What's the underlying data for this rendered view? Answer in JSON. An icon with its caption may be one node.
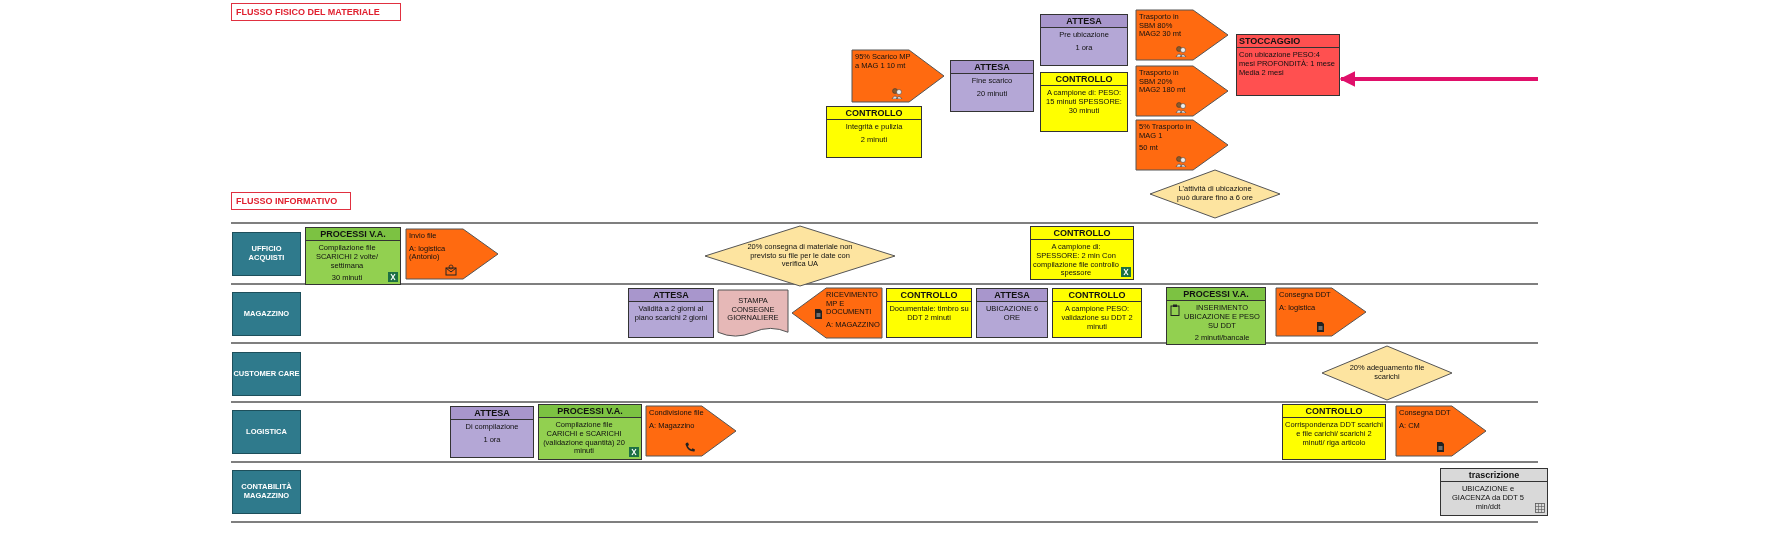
{
  "diagram": {
    "nodes": [
      {
        "text": [
          "FLUSSO FISICO DEL MATERIALE"
        ]
      },
      {
        "text": [
          "95% Scarico MP a MAG 1 10 mt"
        ]
      },
      {
        "text": [
          "CONTROLLO",
          "Integrità e pulizia",
          "2 minuti"
        ]
      },
      {
        "text": [
          "ATTESA",
          "Fine scarico",
          "20 minuti"
        ]
      },
      {
        "text": [
          "ATTESA",
          "Pre ubicazione",
          "1 ora"
        ]
      },
      {
        "text": [
          "CONTROLLO",
          "A campione di: PESO: 15 minuti SPESSORE: 30 minuti"
        ]
      },
      {
        "text": [
          "Trasporto in SBM 80% MAG2 30 mt"
        ]
      },
      {
        "text": [
          "Trasporto in SBM 20% MAG2 180 mt"
        ]
      },
      {
        "text": [
          "5% Trasporto in MAG 1",
          "50 mt"
        ]
      },
      {
        "text": [
          "L'attività di ubicazione può durare fino a 6 ore"
        ]
      },
      {
        "text": [
          "STOCCAGGIO",
          "Con ubicazione PESO:4 mesi PROFONDITÀ: 1 mese Media 2 mesi"
        ]
      },
      {
        "text": [
          "FLUSSO INFORMATIVO"
        ]
      },
      {
        "text": [
          "UFFICIO ACQUISTI"
        ]
      },
      {
        "text": [
          "PROCESSI V.A.",
          "Compilazione file SCARICHI 2 volte/ settimana",
          "30 minuti"
        ]
      },
      {
        "text": [
          "Invio file",
          "A: logistica (Antonio)"
        ]
      },
      {
        "text": [
          "CONTROLLO",
          "A campione di: SPESSORE: 2 min Con compilazione file controllo spessore"
        ]
      },
      {
        "text": [
          "20% consegna di materiale non previsto su file per le date con verifica UA"
        ]
      },
      {
        "text": [
          "MAGAZZINO"
        ]
      },
      {
        "text": [
          "ATTESA",
          "Validità a 2 giorni al piano scarichi 2 giorni"
        ]
      },
      {
        "text": [
          "STAMPA CONSEGNE GIORNALIERE"
        ]
      },
      {
        "text": [
          "RICEVIMENTO MP E DOCUMENTI",
          "A: MAGAZZINO"
        ]
      },
      {
        "text": [
          "CONTROLLO",
          "Documentale: timbro su DDT 2 minuti"
        ]
      },
      {
        "text": [
          "ATTESA",
          "UBICAZIONE 6 ORE"
        ]
      },
      {
        "text": [
          "CONTROLLO",
          "A campione PESO: validazione su DDT 2 minuti"
        ]
      },
      {
        "text": [
          "PROCESSI V.A.",
          "INSERIMENTO UBICAZIONE E PESO SU DDT",
          "2 minuti/bancale"
        ]
      },
      {
        "text": [
          "Consegna DDT",
          "A: logistica"
        ]
      },
      {
        "text": [
          "CUSTOMER CARE"
        ]
      },
      {
        "text": [
          "20% adeguamento file scarichi"
        ]
      },
      {
        "text": [
          "LOGISTICA"
        ]
      },
      {
        "text": [
          "ATTESA",
          "Di compilazione",
          "1 ora"
        ]
      },
      {
        "text": [
          "PROCESSI V.A.",
          "Compilazione file CARICHI e SCARICHI (validazione quantità) 20 minuti"
        ]
      },
      {
        "text": [
          "Condivisione file",
          "A: Magazzino"
        ]
      },
      {
        "text": [
          "CONTROLLO",
          "Corrispondenza DDT scarichi e file carichi/ scarichi 2 minuti/ riga articolo"
        ]
      },
      {
        "text": [
          "Consegna DDT",
          "A: CM"
        ]
      },
      {
        "text": [
          "CONTABILITÀ MAGAZZINO"
        ]
      },
      {
        "text": [
          "trascrizione",
          "UBICAZIONE e GIACENZA da DDT 5 min/ddt"
        ]
      }
    ],
    "edges": [
      {
        "from": null,
        "to": 10,
        "arrow": "to",
        "color": "#e0106a"
      }
    ]
  }
}
